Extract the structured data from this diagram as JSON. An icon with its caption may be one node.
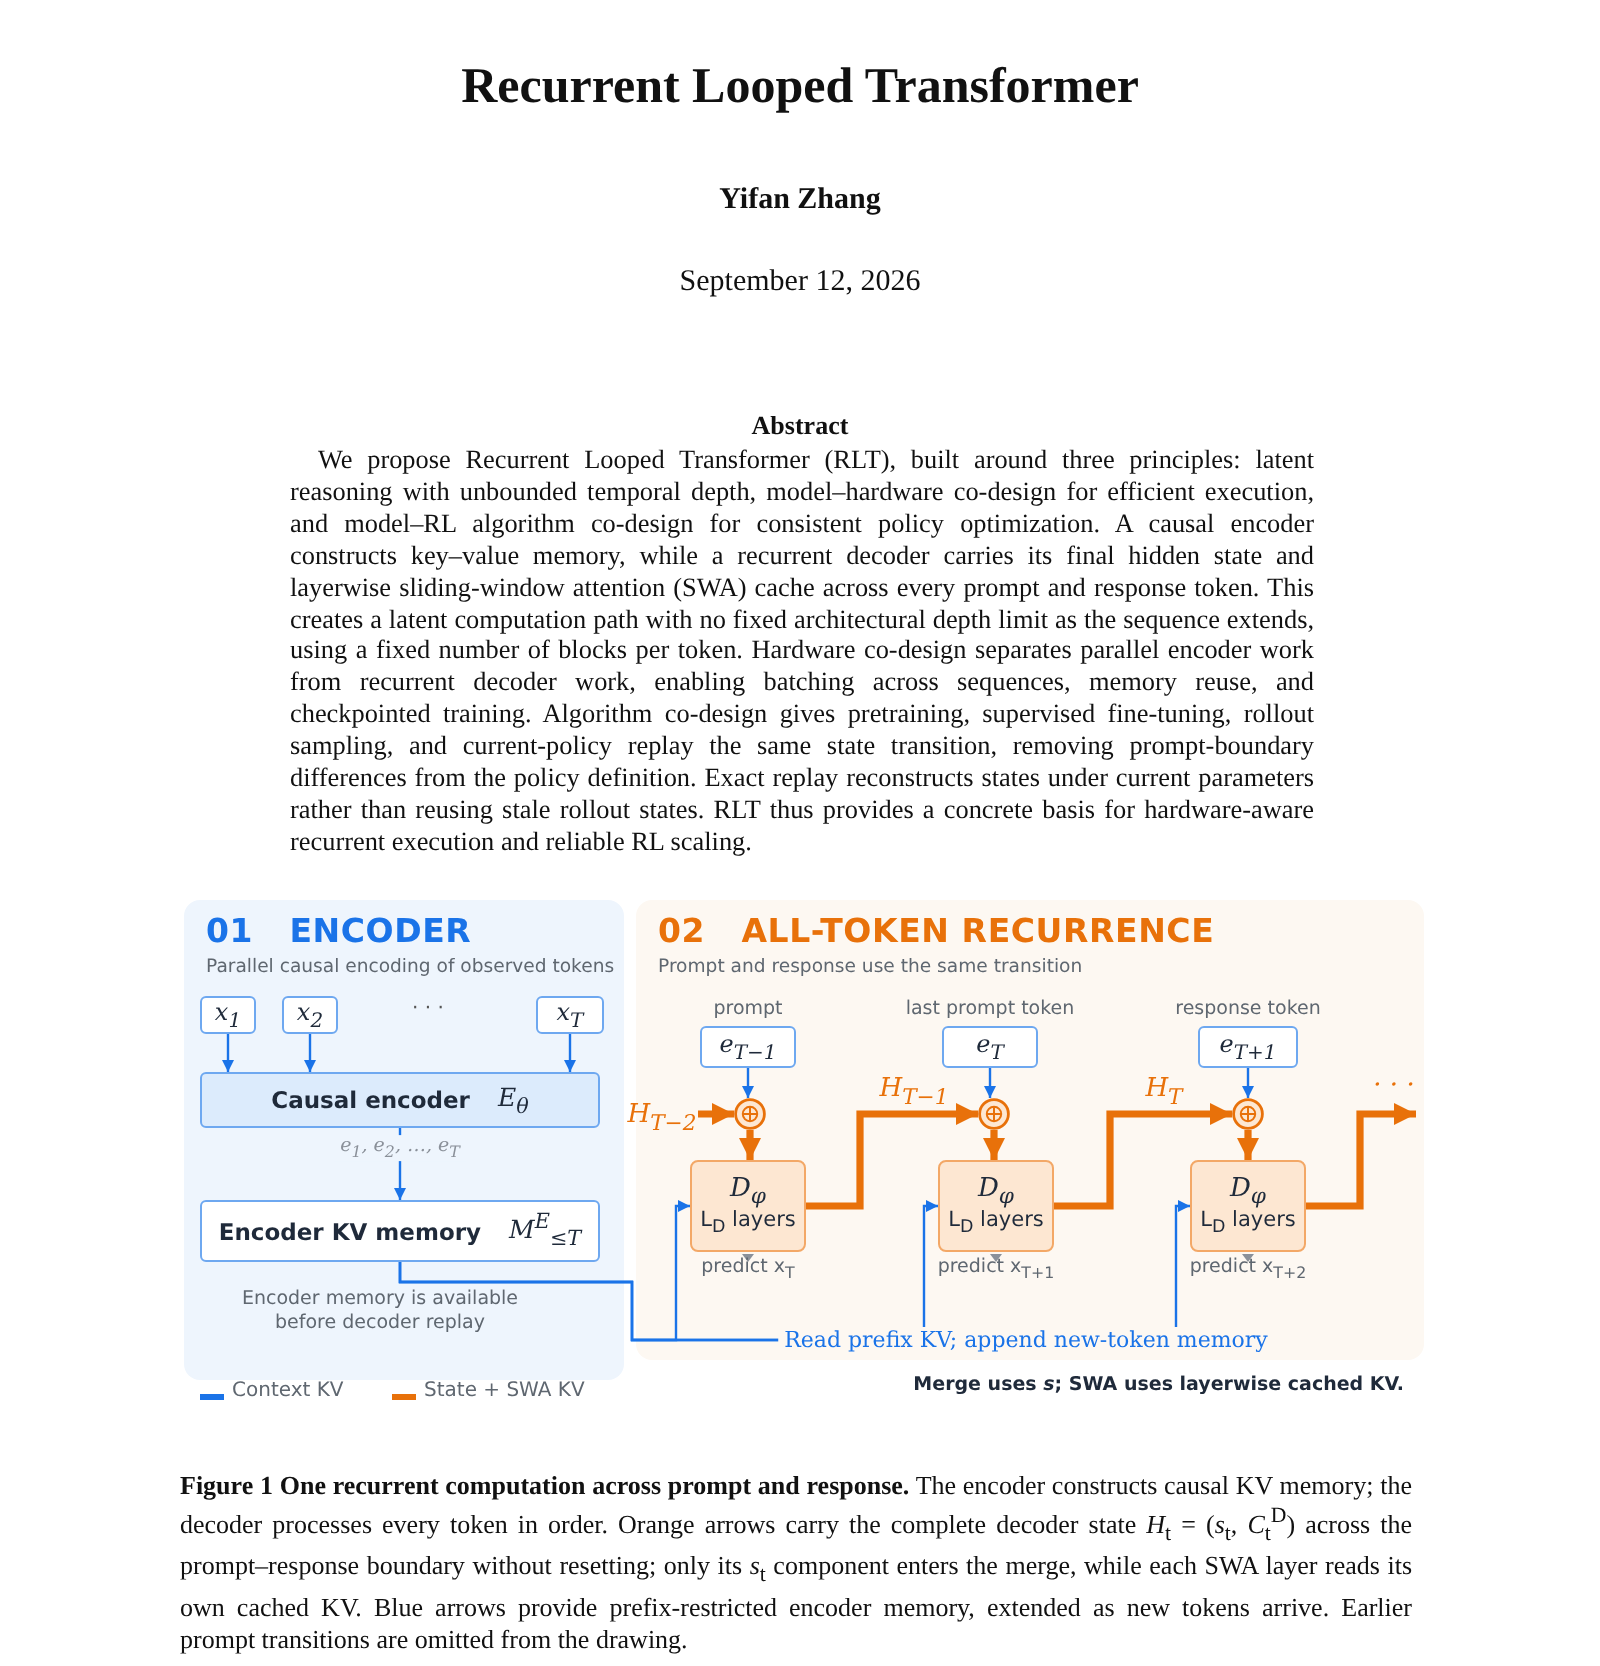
{
  "diagram": {
    "title": "Recurrent Looped Transformer",
    "caption": "**Figure 1  One recurrent computation across prompt and response.** The encoder constructs causal KV memory; the decoder processes every token in order. Orange arrows carry the complete decoder state *H*$_{t}$ = (*s*$_{t}$, *C*$_{t}$$^{D}$) across the prompt–response boundary without resetting; only its *s*$_{t}$ component enters the merge, while each SWA layer reads its own cached KV. Blue arrows provide prefix-restricted encoder memory, extended as new tokens arrive. Earlier prompt transitions are omitted from the drawing.",
    "nodes": [
      {
        "text": [
          "01 ENCODER",
          "Parallel causal encoding of observed tokens"
        ]
      },
      {
        "text": [
          "x$_{1}$"
        ],
        "in": 0
      },
      {
        "text": [
          "x$_{2}$"
        ],
        "in": 0
      },
      {
        "text": [
          "x$_{T}$"
        ],
        "in": 0
      },
      {
        "text": [
          "Causal encoder",
          "E$_{θ}$"
        ],
        "in": 0
      },
      {
        "text": [
          "Encoder KV memory",
          "M$^{E}$$_{≤T}$"
        ],
        "in": 0
      },
      {
        "text": [
          "02 ALL-TOKEN RECURRENCE",
          "Prompt and response use the same transition"
        ]
      },
      {
        "text": [
          "e$_{T−1}$"
        ],
        "in": 6,
        "beside": [
          "prompt"
        ]
      },
      {
        "text": [],
        "shape": "circle",
        "in": 6
      },
      {
        "text": [
          "D$_{φ}$",
          "L$_{D}$ layers"
        ],
        "in": 6,
        "beside": [
          "predict x$_{T}$"
        ]
      },
      {
        "text": [
          "e$_{T}$"
        ],
        "in": 6,
        "beside": [
          "last prompt token"
        ]
      },
      {
        "text": [],
        "shape": "circle",
        "in": 6
      },
      {
        "text": [
          "D$_{φ}$",
          "L$_{D}$ layers"
        ],
        "in": 6,
        "beside": [
          "predict x$_{T+1}$"
        ]
      },
      {
        "text": [
          "e$_{T+1}$"
        ],
        "in": 6,
        "beside": [
          "response token"
        ]
      },
      {
        "text": [],
        "shape": "circle",
        "in": 6
      },
      {
        "text": [
          "D$_{φ}$",
          "L$_{D}$ layers"
        ],
        "in": 6,
        "beside": [
          "predict x$_{T+2}$"
        ]
      }
    ],
    "edges": [
      {
        "from": 1,
        "to": 4,
        "arrow": "to"
      },
      {
        "from": 2,
        "to": 4,
        "arrow": "to"
      },
      {
        "from": 3,
        "to": 4,
        "arrow": "to"
      },
      {
        "from": 4,
        "to": 5,
        "arrow": "to",
        "label": "e$_{1}$, e$_{2}$, …, e$_{T}$"
      },
      {
        "from": 5,
        "to": 9,
        "arrow": "to"
      },
      {
        "from": 5,
        "to": 12,
        "arrow": "to",
        "label": "Read prefix KV; append new-token memory"
      },
      {
        "from": 5,
        "to": 15,
        "arrow": "to"
      },
      {
        "from": 7,
        "to": 8,
        "arrow": "to"
      },
      {
        "from": null,
        "to": 8,
        "arrow": "to",
        "label": "H$_{T−2}$",
        "style": "thick",
        "color": "#e8710a"
      },
      {
        "from": 8,
        "to": 9,
        "arrow": "to",
        "style": "thick",
        "color": "#e8710a"
      },
      {
        "from": 9,
        "to": 11,
        "arrow": "to",
        "label": "H$_{T−1}$",
        "style": "thick",
        "color": "#e8710a"
      },
      {
        "from": 10,
        "to": 11,
        "arrow": "to"
      },
      {
        "from": 11,
        "to": 12,
        "arrow": "to",
        "style": "thick",
        "color": "#e8710a"
      },
      {
        "from": 12,
        "to": 14,
        "arrow": "to",
        "label": "H$_{T}$",
        "style": "thick",
        "color": "#e8710a"
      },
      {
        "from": 13,
        "to": 14,
        "arrow": "to"
      },
      {
        "from": 14,
        "to": 15,
        "arrow": "to",
        "style": "thick",
        "color": "#e8710a"
      },
      {
        "from": 15,
        "to": null,
        "arrow": "to",
        "label": "· · ·",
        "style": "thick",
        "color": "#e8710a"
      }
    ],
    "labels": [
      "Yifan Zhang",
      "September 12, 2026",
      "Abstract",
      "We propose Recurrent Looped Transformer (RLT), built around three principles: latent reasoning with unbounded temporal depth, model–hardware co-design for efficient execution, and model–RL algorithm co-design for consistent policy optimization. A causal encoder constructs key–value memory, while a recurrent decoder carries its final hidden state and layerwise sliding-window attention (SWA) cache across every prompt and response token. This creates a latent computation path with no fixed architectural depth limit as the sequence extends, using a fixed number of blocks per token. Hardware co-design separates parallel encoder work from recurrent decoder work, enabling batching across sequences, memory reuse, and checkpointed training. Algorithm co-design gives pretraining, supervised fine-tuning, rollout sampling, and current-policy replay the same state transition, removing prompt-boundary differences from the policy definition. Exact replay reconstructs states under current parameters rather than reusing stale rollout states. RLT thus provides a concrete basis for hardware-aware recurrent execution and reliable RL scaling.",
      "· · ·",
      "Encoder memory is available before decoder replay",
      "Merge uses *s*; SWA uses layerwise cached KV."
    ],
    "legend": [
      {
        "text": "Context KV"
      },
      {
        "text": "State + SWA KV"
      }
    ]
  }
}
